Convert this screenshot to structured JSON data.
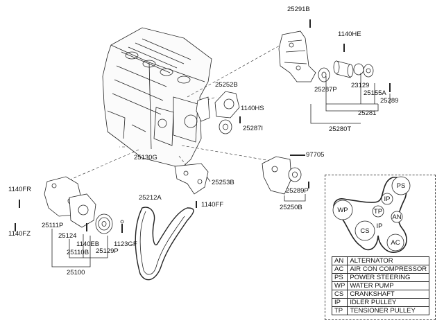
{
  "part_labels": {
    "p25291B": "25291B",
    "p1140HE": "1140HE",
    "p25252B": "25252B",
    "p1140HS": "1140HS",
    "p25287I": "25287I",
    "p25287P": "25287P",
    "p23129": "23129",
    "p25155A": "25155A",
    "p25289": "25289",
    "p25281": "25281",
    "p25280T": "25280T",
    "p97705": "97705",
    "p25130G": "25130G",
    "p25253B": "25253B",
    "p25289P": "25289P",
    "p25250B": "25250B",
    "p1140FF": "1140FF",
    "p25212A": "25212A",
    "p1140FR": "1140FR",
    "p1140FZ": "1140FZ",
    "p25111P": "25111P",
    "p25124": "25124",
    "p1140EB": "1140EB",
    "p25110B": "25110B",
    "p25129P": "25129P",
    "p1123GF": "1123GF",
    "p25100": "25100"
  },
  "belt_layout": {
    "pulleys": [
      "PS",
      "IP",
      "TP",
      "WP",
      "CS",
      "AN",
      "AC"
    ]
  },
  "legend": [
    {
      "code": "AN",
      "name": "ALTERNATOR"
    },
    {
      "code": "AC",
      "name": "AIR CON COMPRESSOR"
    },
    {
      "code": "PS",
      "name": "POWER STEERING"
    },
    {
      "code": "WP",
      "name": "WATER PUMP"
    },
    {
      "code": "CS",
      "name": "CRANKSHAFT"
    },
    {
      "code": "IP",
      "name": "IDLER PULLEY"
    },
    {
      "code": "TP",
      "name": "TENSIONER PULLEY"
    }
  ],
  "colors": {
    "line": "#222222",
    "fill": "#ffffff",
    "shade": "#e6e6e6"
  }
}
